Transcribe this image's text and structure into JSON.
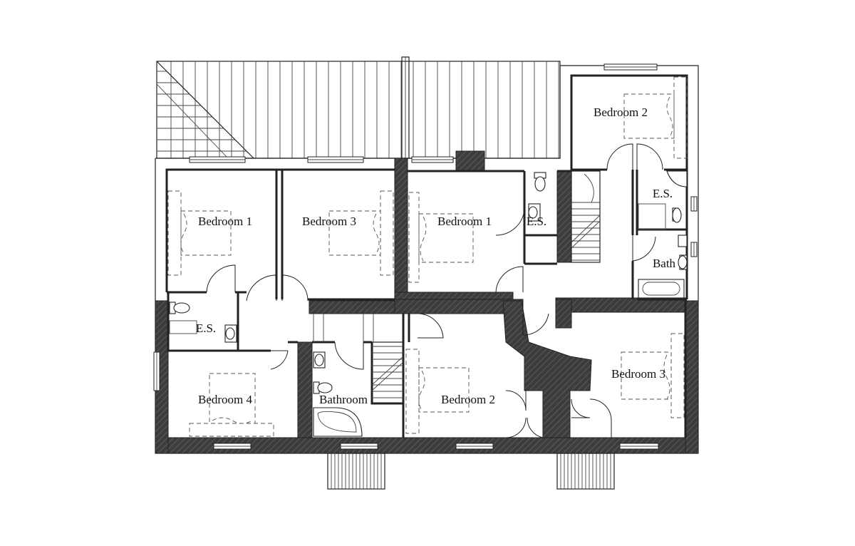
{
  "plan": {
    "colors": {
      "wall": "#3a3a3a",
      "wall_hatch": "#5a5a5a",
      "line": "#222222",
      "background": "#ffffff"
    },
    "labels": {
      "west_bedroom_1": "Bedroom 1",
      "west_bedroom_3": "Bedroom 3",
      "west_en_suite": "E.S.",
      "west_bedroom_4": "Bedroom 4",
      "bathroom": "Bathroom",
      "east_bedroom_1": "Bedroom 1",
      "east_en_suite_1": "E.S.",
      "east_bedroom_2_lower": "Bedroom 2",
      "east_bedroom_2_upper": "Bedroom 2",
      "east_en_suite_2": "E.S.",
      "bath": "Bath",
      "east_bedroom_3": "Bedroom 3"
    }
  }
}
